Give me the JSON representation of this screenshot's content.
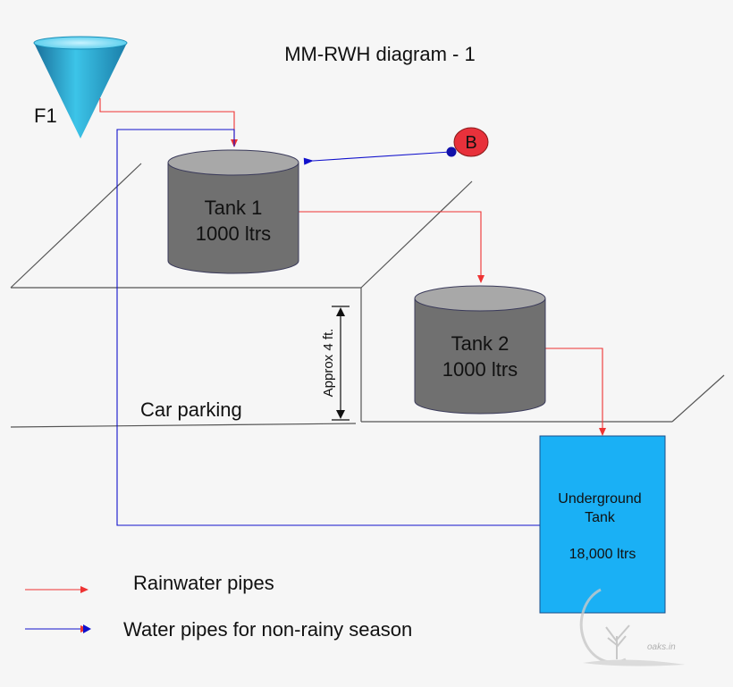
{
  "title": "MM-RWH diagram - 1",
  "funnel_label": "F1",
  "badge_label": "B",
  "tank1": {
    "name": "Tank 1",
    "capacity": "1000 ltrs"
  },
  "tank2": {
    "name": "Tank 2",
    "capacity": "1000 ltrs"
  },
  "underground": {
    "name_line1": "Underground",
    "name_line2": "Tank",
    "capacity": "18,000 ltrs"
  },
  "height_note": "Approx 4 ft.",
  "car_parking": "Car parking",
  "legend": {
    "rain": "Rainwater pipes",
    "nonrain": "Water pipes for non-rainy season"
  },
  "watermark": "oaks.in",
  "colors": {
    "rain_pipe": "#ee3333",
    "water_pipe": "#1111cc",
    "tank_body": "#707070",
    "tank_top": "#a8a8a8",
    "underground": "#1ab0f5",
    "funnel": "#2aa8cc",
    "badge": "#e8313b"
  },
  "icons": [
    "funnel-icon",
    "tank-cylinder",
    "water-source-badge",
    "tree-watermark-icon"
  ]
}
